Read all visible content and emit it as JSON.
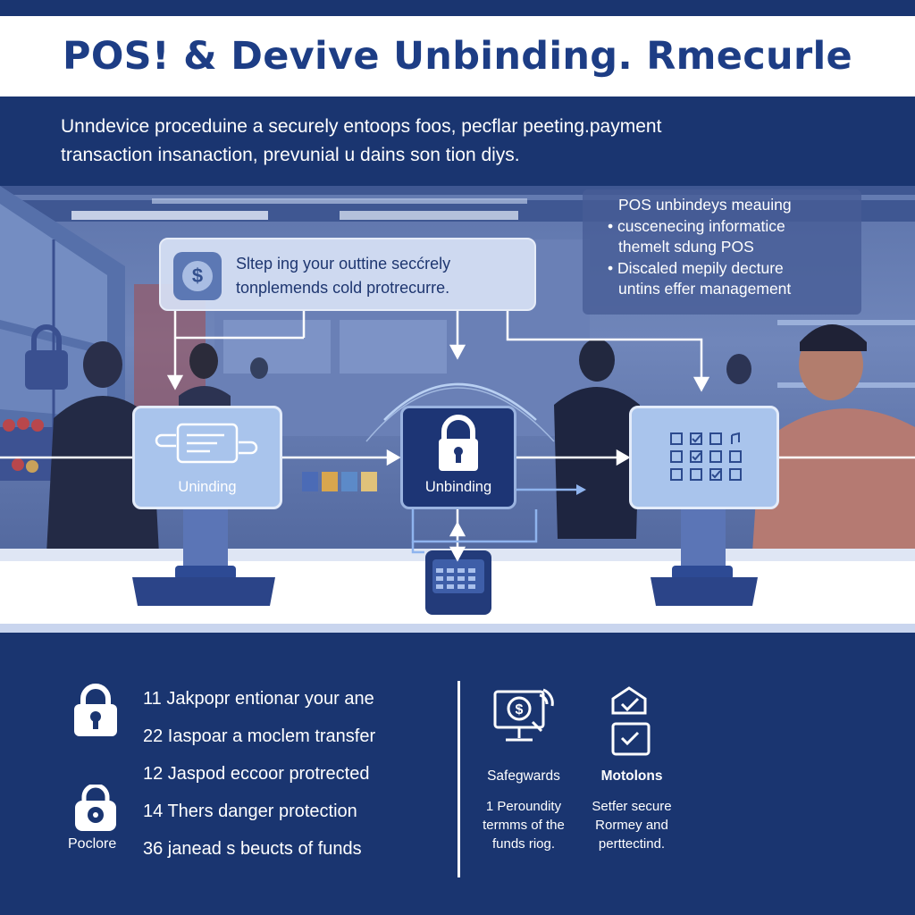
{
  "title": "POS! & Devive Unbinding. Rmecurle",
  "intro": {
    "line1": "Unndevice proceduine a securely entoops foos, pecflar peeting.payment",
    "line2": "transaction  insanaction, prevunial u dains son tion diys."
  },
  "callout": {
    "icon": "dollar-icon",
    "line1": "Sltep ing your outtine secćrely",
    "line2": "tonplemends cold protrecurre."
  },
  "info_panel": {
    "heading": "POS unbindeys meauing",
    "bullet1_line1": "cuscenecing informatice",
    "bullet1_line2": "themelt sdung POS",
    "bullet2_line1": "Discaled mepily decture",
    "bullet2_line2": "untins effer management",
    "bullet_char": "•"
  },
  "flow": {
    "left_label": "Uninding",
    "middle_label": "Unbinding",
    "left_icon": "card-sync-icon",
    "middle_icon": "lock-icon",
    "right_icon": "checklist-grid-icon"
  },
  "steps": [
    "11 Jakpopr entionar your ane",
    "22 Iaspoar a moclem transfer",
    "12 Jaspod eccoor protrected",
    "14 Thers danger protection",
    "36 janead s beucts of funds"
  ],
  "procedure_caption": "Poclore",
  "safeguards": {
    "heading": "Safegwards",
    "body1": "1 Peroundity",
    "body2": "termms of the",
    "body3": "funds riog."
  },
  "motions": {
    "heading": "Motolons",
    "body1": "Setfer secure",
    "body2": "Rormey and",
    "body3": "perttectind."
  },
  "colors": {
    "navy": "#1a3570",
    "title_blue": "#1d3d85",
    "light_box": "#a9c4ec",
    "white": "#ffffff"
  }
}
